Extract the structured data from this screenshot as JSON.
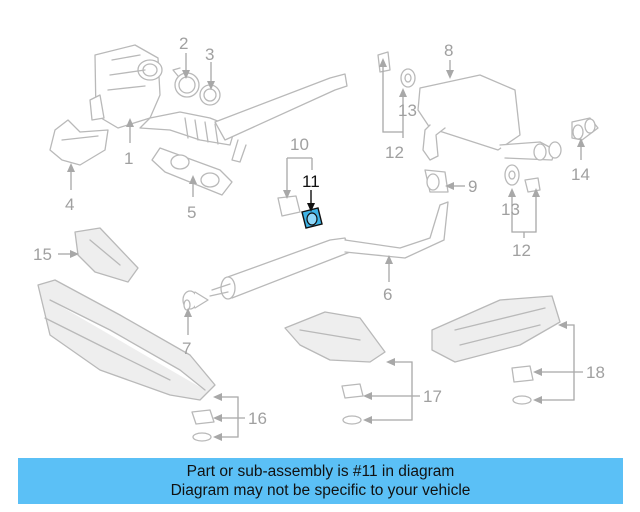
{
  "callouts": {
    "c1": "1",
    "c2": "2",
    "c3": "3",
    "c4": "4",
    "c5": "5",
    "c6": "6",
    "c7": "7",
    "c8": "8",
    "c9": "9",
    "c10": "10",
    "c11": "11",
    "c12a": "12",
    "c12b": "12",
    "c13a": "13",
    "c13b": "13",
    "c14": "14",
    "c15": "15",
    "c16": "16",
    "c17": "17",
    "c18": "18"
  },
  "highlight": {
    "callout": "11",
    "color": "#3db3e6"
  },
  "banner": {
    "line1": "Part or sub-assembly is #11 in diagram",
    "line2": "Diagram may not be specific to your vehicle",
    "background": "#5bc0f6"
  }
}
